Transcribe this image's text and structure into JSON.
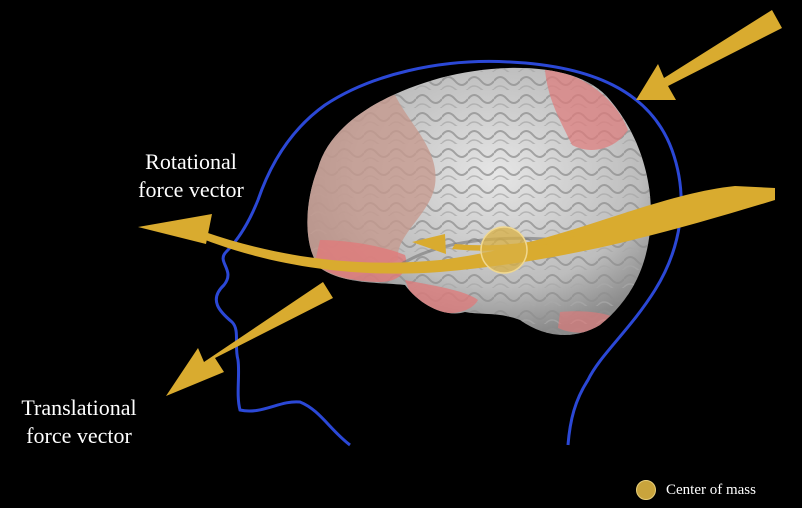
{
  "labels": {
    "rotational_line1": "Rotational",
    "rotational_line2": "force vector",
    "translational_line1": "Translational",
    "translational_line2": "force vector"
  },
  "legend": {
    "label": "Center of mass"
  },
  "colors": {
    "background": "#000000",
    "head_outline": "#2b48d6",
    "arrow": "#d9ab2f",
    "brain": "#c9c9c9",
    "frontal_lobe_tint": "#c79a8e",
    "highlight_red": "#e07a7a",
    "center_of_mass": "#c9a43c"
  }
}
